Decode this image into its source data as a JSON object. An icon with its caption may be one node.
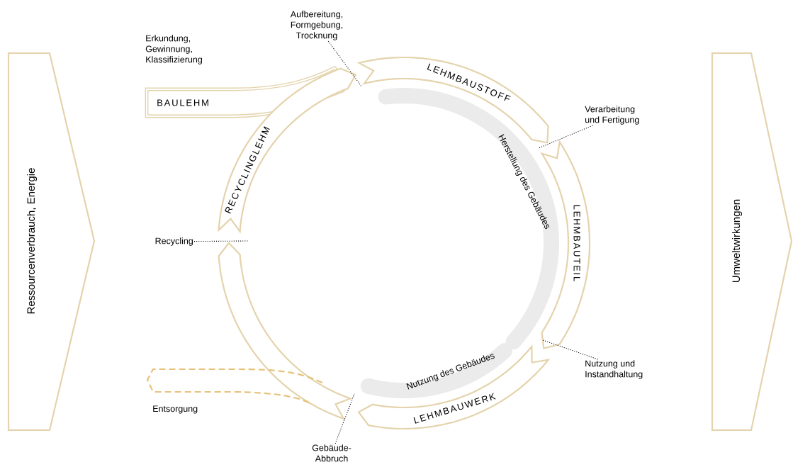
{
  "diagram": {
    "nodes": [
      {
        "text": [
          "Ressourcenverbrauch, Energie"
        ]
      },
      {
        "text": [
          "Aufbereitung, Formgebung, Trocknung"
        ]
      },
      {
        "text": [
          "BAULEHM"
        ],
        "beside": [
          "Erkundung, Gewinnung, Klassifizierung"
        ]
      },
      {
        "text": [
          "LEHMBAUSTOFF"
        ]
      },
      {
        "text": [
          "Verarbeitung und Fertigung"
        ]
      },
      {
        "text": [
          "RECYCLINGLEHM"
        ]
      },
      {
        "text": [
          "Herstellung des Gebäudes"
        ]
      },
      {
        "text": [
          "LEHMBAUTEIL"
        ]
      },
      {
        "text": [
          "Recycling"
        ]
      },
      {
        "text": [
          "Nutzung und Instandhaltung"
        ]
      },
      {
        "text": [
          "Nutzung des Gebäudes"
        ]
      },
      {
        "text": [
          "LEHMBAUWERK"
        ]
      },
      {
        "text": [],
        "shape": "band"
      },
      {
        "text": [],
        "shape": "band",
        "beside": [
          "Entsorgung"
        ]
      },
      {
        "text": [
          "Gebäude-Abbruch"
        ]
      },
      {
        "text": [
          "Umweltwirkungen"
        ]
      }
    ],
    "edges": [
      {
        "from": 1,
        "to": 3,
        "arrow": "none"
      },
      {
        "from": 4,
        "to": 6,
        "arrow": "none"
      },
      {
        "from": 8,
        "to": null,
        "arrow": "none"
      },
      {
        "from": 9,
        "to": 7,
        "arrow": "none"
      },
      {
        "from": 14,
        "to": 12,
        "arrow": "none"
      }
    ]
  }
}
